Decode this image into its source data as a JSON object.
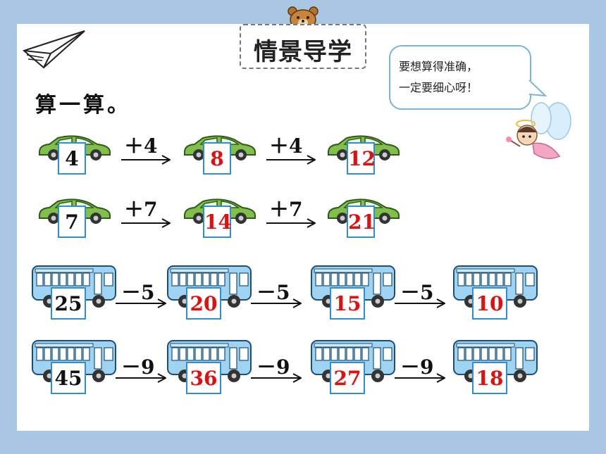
{
  "title": "情景导学",
  "heading": "算一算。",
  "bubble_text": "要想算得准确，\n一定要细心呀！",
  "colors": {
    "background": "#a9c6e3",
    "car": "#7fbf4a",
    "bus": "#9fd3f2",
    "answer": "#e01010",
    "box_border": "#2f8fd0"
  },
  "icons": [
    "paper-plane-icon",
    "bear-icon",
    "fairy-icon",
    "car-icon",
    "bus-icon",
    "arrow-icon"
  ],
  "rows": [
    {
      "vehicle": "car",
      "op": "＋4",
      "values": [
        "4",
        "8",
        "12"
      ]
    },
    {
      "vehicle": "car",
      "op": "＋7",
      "values": [
        "7",
        "14",
        "21"
      ]
    },
    {
      "vehicle": "bus",
      "op": "－5",
      "values": [
        "25",
        "20",
        "15",
        "10"
      ]
    },
    {
      "vehicle": "bus",
      "op": "－9",
      "values": [
        "45",
        "36",
        "27",
        "18"
      ]
    }
  ]
}
